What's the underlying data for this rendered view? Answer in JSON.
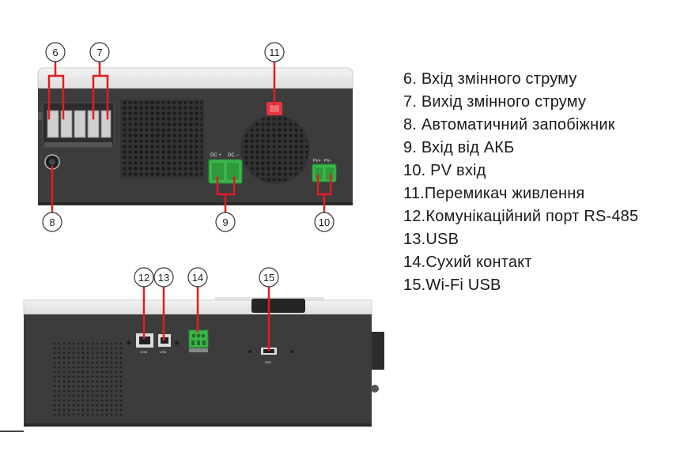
{
  "legend": {
    "items": [
      "6.  Вхід змінного струму",
      "7.  Вихід змінного струму",
      "8.  Автоматичний запобіжник",
      "9.  Вхід від АКБ",
      "10. PV вхід",
      "11.Перемикач живлення",
      "12.Комунікаційний порт RS-485",
      "13.USB",
      "14.Сухий контакт",
      "15.Wi-Fi USB"
    ]
  },
  "markers": [
    "6",
    "7",
    "8",
    "9",
    "10",
    "11",
    "12",
    "13",
    "14",
    "15"
  ],
  "device_labels": {
    "dc_plus": "DC +",
    "dc_minus": "DC −",
    "pv_plus": "PV+",
    "pv_minus": "PV−",
    "com": "COM",
    "usb": "USB",
    "wifi": "WiFi"
  },
  "colors": {
    "panel": "#3c3c3c",
    "shell": "#e9e9e9",
    "accent_red": "#e3343f",
    "terminal_green": "#3ab54a",
    "callout_red": "#e31b23"
  }
}
